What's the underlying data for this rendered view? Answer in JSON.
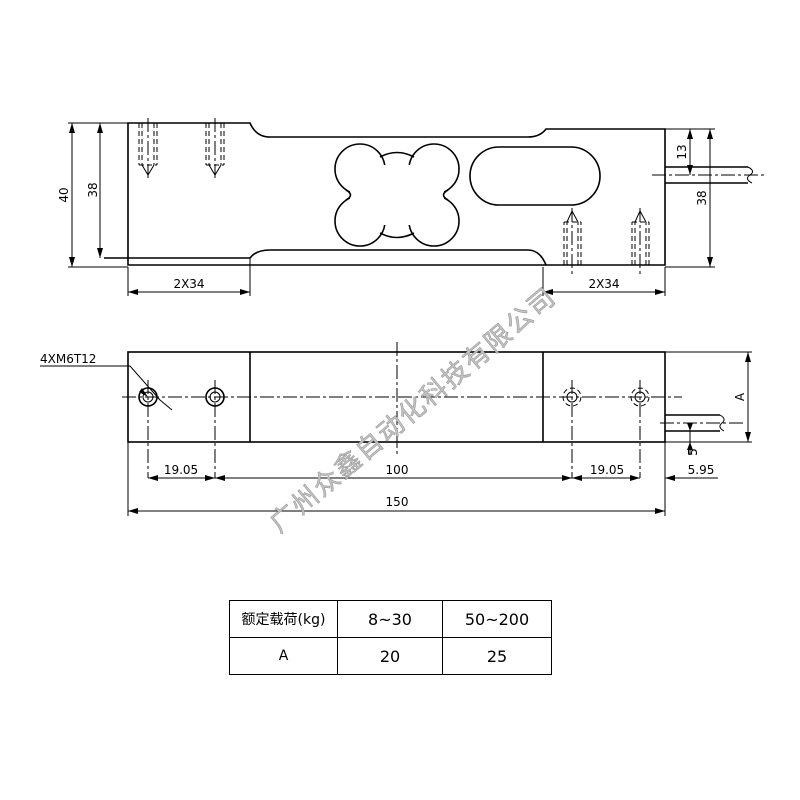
{
  "drawing": {
    "top_view": {
      "height_overall": "40",
      "height_body": "38",
      "mount_spacing_left": "2X34",
      "mount_spacing_right": "2X34",
      "cable_offset": "13",
      "height_right": "38"
    },
    "side_view": {
      "thread_callout": "4XM6T12",
      "hole_spacing_left": "19.05",
      "center_spacing": "100",
      "hole_spacing_right": "19.05",
      "end_offset": "5.95",
      "overall_length": "150",
      "width_label": "A",
      "cable_offset": "5"
    }
  },
  "watermark": "广州众鑫自动化科技有限公司",
  "spec_table": {
    "header": [
      "额定载荷(kg)",
      "8~30",
      "50~200"
    ],
    "rows": [
      [
        "A",
        "20",
        "25"
      ]
    ]
  }
}
